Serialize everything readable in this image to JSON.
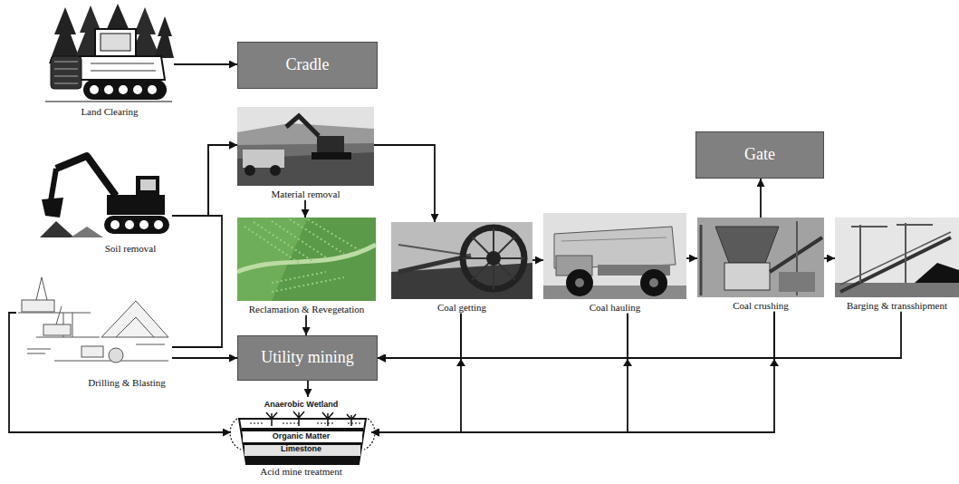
{
  "diagram": {
    "nodes": [
      {
        "text": [
          "Land Clearing"
        ]
      },
      {
        "text": [
          "Cradle"
        ]
      },
      {
        "text": [
          "Material removal"
        ]
      },
      {
        "text": [
          "Soil removal"
        ]
      },
      {
        "text": [
          "Reclamation & Revegetation"
        ]
      },
      {
        "text": [
          "Drilling & Blasting"
        ]
      },
      {
        "text": [
          "Utility mining"
        ]
      },
      {
        "text": [
          "Anaerobic Wetland",
          "Organic Matter",
          "Limestone",
          "Acid mine treatment"
        ]
      },
      {
        "text": [
          "Coal getting"
        ]
      },
      {
        "text": [
          "Coal hauling"
        ]
      },
      {
        "text": [
          "Gate"
        ]
      },
      {
        "text": [
          "Coal crushing"
        ]
      },
      {
        "text": [
          "Barging & transshipment"
        ]
      }
    ],
    "edges": [
      {
        "from": 0,
        "to": 1,
        "arrow": "to"
      },
      {
        "from": 3,
        "to": 2,
        "arrow": "to"
      },
      {
        "from": 5,
        "to": 2,
        "arrow": "to"
      },
      {
        "from": 2,
        "to": 4,
        "arrow": "to"
      },
      {
        "from": 2,
        "to": 8,
        "arrow": "to"
      },
      {
        "from": 4,
        "to": 6,
        "arrow": "to"
      },
      {
        "from": 5,
        "to": 6,
        "arrow": "to"
      },
      {
        "from": 5,
        "to": 7,
        "arrow": "to"
      },
      {
        "from": 6,
        "to": 7,
        "arrow": "to"
      },
      {
        "from": 8,
        "to": 9,
        "arrow": "to"
      },
      {
        "from": 9,
        "to": 11,
        "arrow": "to"
      },
      {
        "from": 11,
        "to": 10,
        "arrow": "to"
      },
      {
        "from": 11,
        "to": 12,
        "arrow": "to"
      },
      {
        "from": 12,
        "to": 6,
        "arrow": "to"
      },
      {
        "from": 11,
        "to": 6,
        "arrow": "to"
      },
      {
        "from": 9,
        "to": 6,
        "arrow": "to"
      },
      {
        "from": 8,
        "to": 6,
        "arrow": "to"
      },
      {
        "from": 8,
        "to": 7,
        "arrow": "to"
      },
      {
        "from": 9,
        "to": 7,
        "arrow": "to"
      },
      {
        "from": 11,
        "to": 7,
        "arrow": "to"
      }
    ]
  }
}
